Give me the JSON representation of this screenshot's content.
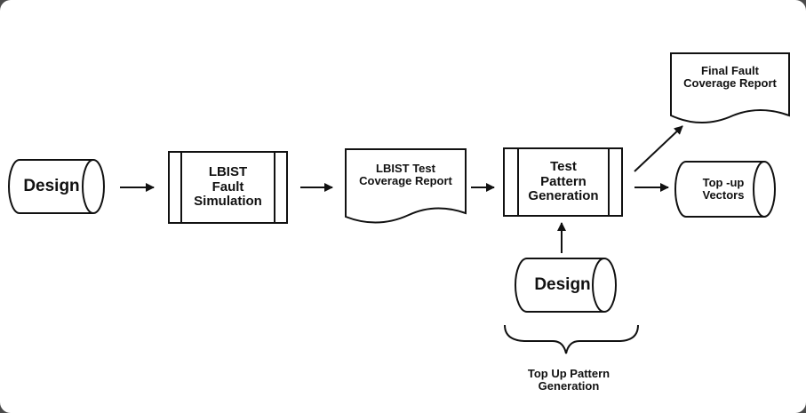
{
  "diagram": {
    "design_source": "Design",
    "lbist_sim": "LBIST\nFault\nSimulation",
    "lbist_report": "LBIST Test\nCoverage Report",
    "test_pattern_gen": "Test\nPattern\nGeneration",
    "final_report": "Final Fault\nCoverage Report",
    "topup_vectors": "Top -up\nVectors",
    "design_input": "Design",
    "group_label": "Top Up Pattern\nGeneration"
  }
}
